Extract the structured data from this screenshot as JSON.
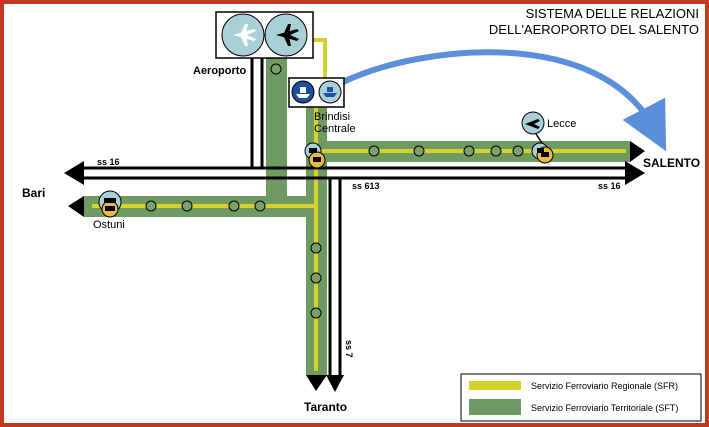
{
  "title_line1": "SISTEMA DELLE RELAZIONI",
  "title_line2": "DELL'AEROPORTO DEL SALENTO",
  "places": {
    "aeroporto": "Aeroporto",
    "brindisi_line1": "Brindisi",
    "brindisi_line2": "Centrale",
    "lecce": "Lecce",
    "salento": "SALENTO",
    "bari": "Bari",
    "ostuni": "Ostuni",
    "taranto": "Taranto"
  },
  "roads": {
    "ss16_west": "ss 16",
    "ss16_east": "ss 16",
    "ss613": "ss 613",
    "ss7": "ss 7"
  },
  "legend": {
    "items": [
      {
        "label": "Servizio Ferroviario Regionale (SFR)",
        "color": "#d4d22a"
      },
      {
        "label": "Servizio Ferroviario Territoriale (SFT)",
        "color": "#6f9a62"
      }
    ]
  },
  "colors": {
    "frame": "#c23a1f",
    "sft": "#6f9a62",
    "sfr": "#d4d22a",
    "road": "#000000",
    "arrow": "#5b8fdc",
    "icon_circle": "#a9d0d6",
    "port_icon": "#1a4fa3",
    "station_icon": "#e8b84a",
    "stop": "#7ba06b"
  },
  "icons": [
    "airplane-icon",
    "ship-icon",
    "bus-icon",
    "train-icon"
  ]
}
